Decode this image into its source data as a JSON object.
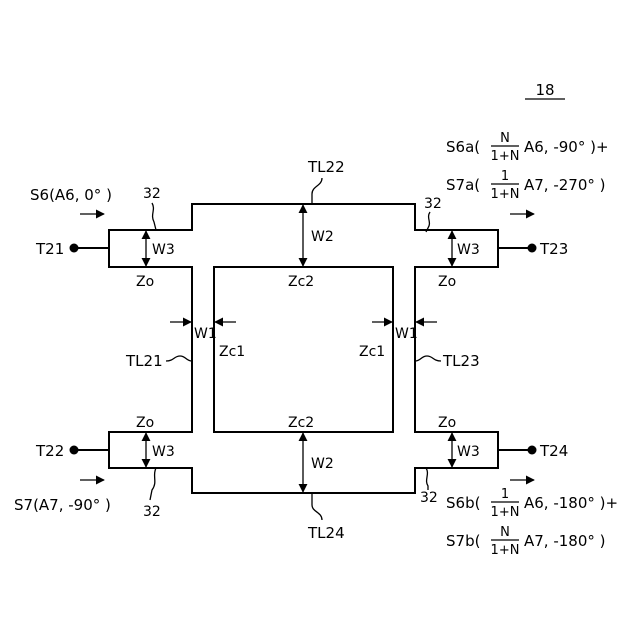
{
  "figure_number": "18",
  "ports": {
    "t21": "T21",
    "t22": "T22",
    "t23": "T23",
    "t24": "T24"
  },
  "lines": {
    "tl21": "TL21",
    "tl22": "TL22",
    "tl23": "TL23",
    "tl24": "TL24"
  },
  "impedances": {
    "zo": "Zo",
    "zc1": "Zc1",
    "zc2": "Zc2"
  },
  "widths": {
    "w1": "W1",
    "w2": "W2",
    "w3": "W3"
  },
  "stub_ref": "32",
  "signals": {
    "s6": "S6(A6, 0° )",
    "s7": "S7(A7, -90° )",
    "s6a_prefix": "S6a(",
    "s6a_num": "N",
    "s6a_den": "1+N",
    "s6a_suffix": "A6, -90° )+",
    "s7a_prefix": "S7a(",
    "s7a_num": "1",
    "s7a_den": "1+N",
    "s7a_suffix": "A7, -270° )",
    "s6b_prefix": "S6b(",
    "s6b_num": "1",
    "s6b_den": "1+N",
    "s6b_suffix": "A6, -180° )+",
    "s7b_prefix": "S7b(",
    "s7b_num": "N",
    "s7b_den": "1+N",
    "s7b_suffix": "A7, -180° )"
  }
}
